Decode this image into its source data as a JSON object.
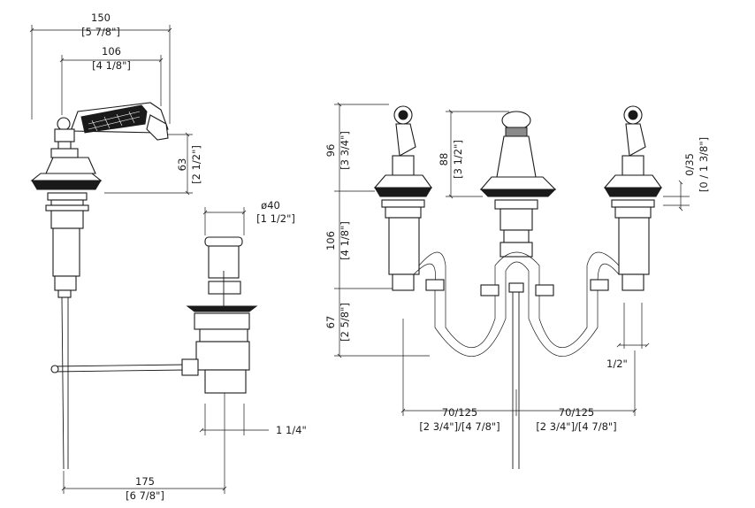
{
  "diagram": {
    "stroke_color": "#1a1a1a",
    "background": "#ffffff",
    "dimensions": {
      "overall_width": {
        "mm": "150",
        "inch": "[5 7/8\"]"
      },
      "spout_reach": {
        "mm": "106",
        "inch": "[4 1/8\"]"
      },
      "spout_height": {
        "mm": "63",
        "inch": "[2 1/2\"]"
      },
      "drain_diameter": {
        "mm": "ø40",
        "inch": "[1 1/2\"]"
      },
      "drain_outlet": {
        "value": "1 1/4\""
      },
      "rod_length": {
        "mm": "175",
        "inch": "[6 7/8\"]"
      },
      "handle_height": {
        "mm": "96",
        "inch": "[3 3/4\"]"
      },
      "spout_height_right": {
        "mm": "88",
        "inch": "[3 1/2\"]"
      },
      "shank_length": {
        "mm": "106",
        "inch": "[4 1/8\"]"
      },
      "tail_length": {
        "mm": "67",
        "inch": "[2 5/8\"]"
      },
      "deck_thickness": {
        "mm": "0/35",
        "inch": "[0 / 1 3/8\"]"
      },
      "connection": {
        "value": "1/2\""
      },
      "center_left": {
        "mm": "70/125",
        "inch": "[2 3/4\"]/[4 7/8\"]"
      },
      "center_right": {
        "mm": "70/125",
        "inch": "[2 3/4\"]/[4 7/8\"]"
      }
    }
  }
}
